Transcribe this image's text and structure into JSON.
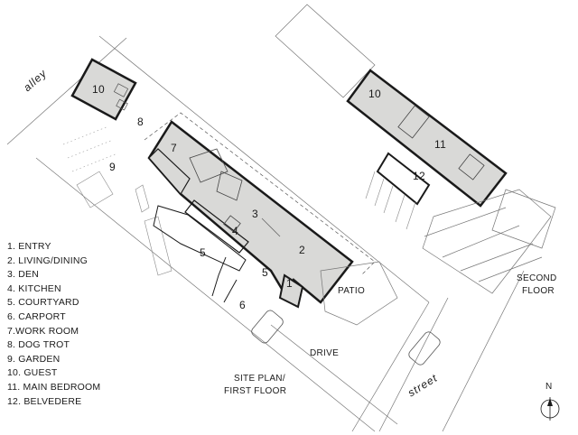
{
  "legend": [
    "1. ENTRY",
    "2. LIVING/DINING",
    "3. DEN",
    "4. KITCHEN",
    "5. COURTYARD",
    "6. CARPORT",
    "7.WORK ROOM",
    "8. DOG TROT",
    "9. GARDEN",
    "10. GUEST",
    "11. MAIN BEDROOM",
    "12. BELVEDERE"
  ],
  "labels": {
    "alley": "alley",
    "street": "street",
    "patio": "PATIO",
    "drive": "DRIVE",
    "site_plan_1": "SITE PLAN/",
    "site_plan_2": "FIRST FLOOR",
    "second_floor_1": "SECOND",
    "second_floor_2": "FLOOR",
    "north": "N"
  },
  "room_numbers": {
    "r1": "1",
    "r2": "2",
    "r3": "3",
    "r4": "4",
    "r5a": "5",
    "r5b": "5",
    "r6": "6",
    "r7": "7",
    "r8": "8",
    "r9": "9",
    "r10a": "10",
    "r10b": "10",
    "r11": "11",
    "r12": "12"
  },
  "colors": {
    "room_fill": "#d9d9d7",
    "line": "#1a1a1a",
    "thin": "#777777"
  }
}
